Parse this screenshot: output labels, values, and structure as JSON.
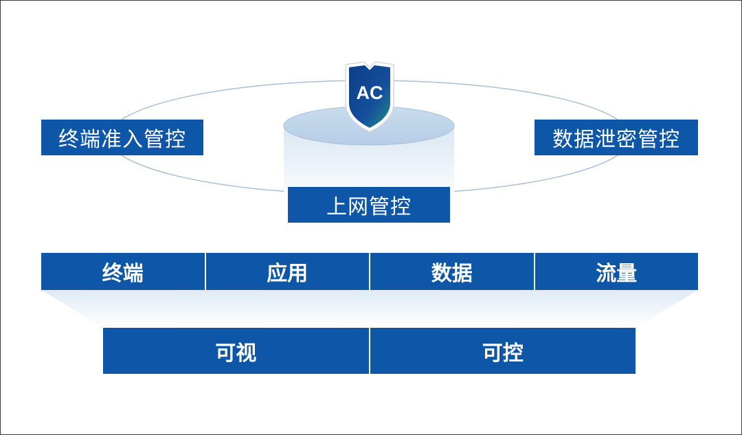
{
  "shield": {
    "text": "AC",
    "icon": "shield-icon"
  },
  "ring_labels": {
    "left": "终端准入管控",
    "right": "数据泄密管控",
    "center": "上网管控"
  },
  "pillars": [
    "终端",
    "应用",
    "数据",
    "流量"
  ],
  "outcomes": [
    "可视",
    "可控"
  ],
  "colors": {
    "primary": "#0d56a8",
    "shield_dark": "#0b3e86",
    "shield_accent": "#1f8f86"
  }
}
